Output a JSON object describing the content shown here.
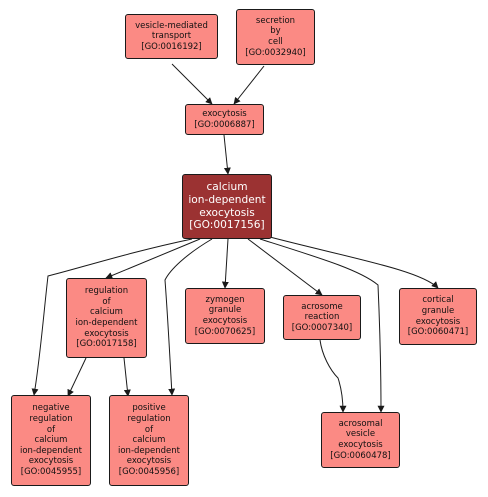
{
  "nodes": {
    "vesicle_mediated_transport": {
      "lines": [
        "vesicle-mediated",
        "transport",
        "[GO:0016192]"
      ]
    },
    "secretion_by_cell": {
      "lines": [
        "secretion",
        "by",
        "cell",
        "[GO:0032940]"
      ]
    },
    "exocytosis": {
      "lines": [
        "exocytosis",
        "[GO:0006887]"
      ]
    },
    "calcium_ion_dependent_exocytosis": {
      "lines": [
        "calcium",
        "ion-dependent",
        "exocytosis",
        "[GO:0017156]"
      ]
    },
    "regulation_of_calcium_ion_dependent_exocytosis": {
      "lines": [
        "regulation",
        "of",
        "calcium",
        "ion-dependent",
        "exocytosis",
        "[GO:0017158]"
      ]
    },
    "zymogen_granule_exocytosis": {
      "lines": [
        "zymogen",
        "granule",
        "exocytosis",
        "[GO:0070625]"
      ]
    },
    "acrosome_reaction": {
      "lines": [
        "acrosome",
        "reaction",
        "[GO:0007340]"
      ]
    },
    "cortical_granule_exocytosis": {
      "lines": [
        "cortical",
        "granule",
        "exocytosis",
        "[GO:0060471]"
      ]
    },
    "negative_regulation": {
      "lines": [
        "negative",
        "regulation",
        "of",
        "calcium",
        "ion-dependent",
        "exocytosis",
        "[GO:0045955]"
      ]
    },
    "positive_regulation": {
      "lines": [
        "positive",
        "regulation",
        "of",
        "calcium",
        "ion-dependent",
        "exocytosis",
        "[GO:0045956]"
      ]
    },
    "acrosomal_vesicle_exocytosis": {
      "lines": [
        "acrosomal",
        "vesicle",
        "exocytosis",
        "[GO:0060478]"
      ]
    }
  },
  "colors": {
    "node_fill": "#fb8a84",
    "focus_fill": "#9b3232",
    "edge": "#1a1a1a"
  }
}
